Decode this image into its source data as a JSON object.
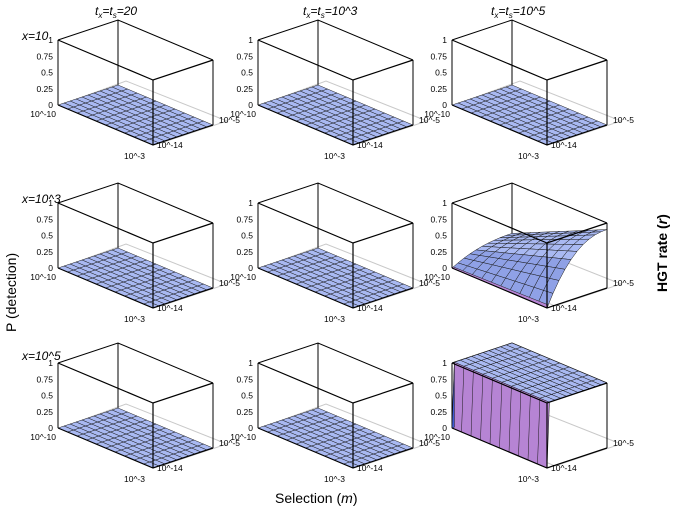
{
  "chart_data": [
    {
      "type": "surface3d",
      "row": 0,
      "col": 0,
      "row_label": "x=10",
      "col_label": "t_x=t_s=20",
      "zlim": [
        0,
        1
      ],
      "m_range": [
        "10^-10",
        "10^-3"
      ],
      "r_range": [
        "10^-14",
        "10^-5"
      ],
      "surface": "flat",
      "z": 0
    },
    {
      "type": "surface3d",
      "row": 0,
      "col": 1,
      "row_label": "x=10",
      "col_label": "t_x=t_s=10^3",
      "zlim": [
        0,
        1
      ],
      "m_range": [
        "10^-10",
        "10^-3"
      ],
      "r_range": [
        "10^-14",
        "10^-5"
      ],
      "surface": "flat",
      "z": 0
    },
    {
      "type": "surface3d",
      "row": 0,
      "col": 2,
      "row_label": "x=10",
      "col_label": "t_x=t_s=10^5",
      "zlim": [
        0,
        1
      ],
      "m_range": [
        "10^-10",
        "10^-3"
      ],
      "r_range": [
        "10^-14",
        "10^-5"
      ],
      "surface": "flat",
      "z": 0
    },
    {
      "type": "surface3d",
      "row": 1,
      "col": 0,
      "row_label": "x=10^3",
      "col_label": "t_x=t_s=20",
      "zlim": [
        0,
        1
      ],
      "m_range": [
        "10^-10",
        "10^-3"
      ],
      "r_range": [
        "10^-14",
        "10^-5"
      ],
      "surface": "flat",
      "z": 0
    },
    {
      "type": "surface3d",
      "row": 1,
      "col": 1,
      "row_label": "x=10^3",
      "col_label": "t_x=t_s=10^3",
      "zlim": [
        0,
        1
      ],
      "m_range": [
        "10^-10",
        "10^-3"
      ],
      "r_range": [
        "10^-14",
        "10^-5"
      ],
      "surface": "flat",
      "z": 0
    },
    {
      "type": "surface3d",
      "row": 1,
      "col": 2,
      "row_label": "x=10^3",
      "col_label": "t_x=t_s=10^5",
      "zlim": [
        0,
        1
      ],
      "m_range": [
        "10^-10",
        "10^-3"
      ],
      "r_range": [
        "10^-14",
        "10^-5"
      ],
      "surface": "ramp",
      "z_max": 0.9
    },
    {
      "type": "surface3d",
      "row": 2,
      "col": 0,
      "row_label": "x=10^5",
      "col_label": "t_x=t_s=20",
      "zlim": [
        0,
        1
      ],
      "m_range": [
        "10^-10",
        "10^-3"
      ],
      "r_range": [
        "10^-14",
        "10^-5"
      ],
      "surface": "flat",
      "z": 0
    },
    {
      "type": "surface3d",
      "row": 2,
      "col": 1,
      "row_label": "x=10^5",
      "col_label": "t_x=t_s=10^3",
      "zlim": [
        0,
        1
      ],
      "m_range": [
        "10^-10",
        "10^-3"
      ],
      "r_range": [
        "10^-14",
        "10^-5"
      ],
      "surface": "flat",
      "z": 0
    },
    {
      "type": "surface3d",
      "row": 2,
      "col": 2,
      "row_label": "x=10^5",
      "col_label": "t_x=t_s=10^5",
      "zlim": [
        0,
        1
      ],
      "m_range": [
        "10^-10",
        "10^-3"
      ],
      "r_range": [
        "10^-14",
        "10^-5"
      ],
      "surface": "step",
      "z_low": 0,
      "z_high": 1
    }
  ],
  "labels": {
    "ylabel": "P (detection)",
    "xlabel_prefix": "Selection (",
    "xlabel_var": "m",
    "xlabel_suffix": ")",
    "rlabel_prefix": "HGT rate (",
    "rlabel_var": "r",
    "rlabel_suffix": ")",
    "col_titles": [
      {
        "a": "t",
        "sa": "x",
        "b": "=t",
        "sb": "s",
        "c": "=20"
      },
      {
        "a": "t",
        "sa": "x",
        "b": "=t",
        "sb": "s",
        "c": "=10^3"
      },
      {
        "a": "t",
        "sa": "x",
        "b": "=t",
        "sb": "s",
        "c": "=10^5"
      }
    ],
    "row_titles": [
      "x=10",
      "x=10^3",
      "x=10^5"
    ],
    "z_ticks": [
      "1",
      "0.75",
      "0.5",
      "0.25",
      "0"
    ],
    "m_ticks": [
      "10^-10",
      "10^-3"
    ],
    "r_ticks": [
      "10^-5",
      "10^-14"
    ]
  },
  "colors": {
    "surface": "#a9b9f2",
    "surface_dark": "#8fa1e6",
    "wall": "#b684d4",
    "wall_dark": "#a372c4",
    "mesh": "#1a1a1a",
    "box": "#000000",
    "shadow": "#c9c9c9",
    "corner": "#3d5bd6"
  }
}
